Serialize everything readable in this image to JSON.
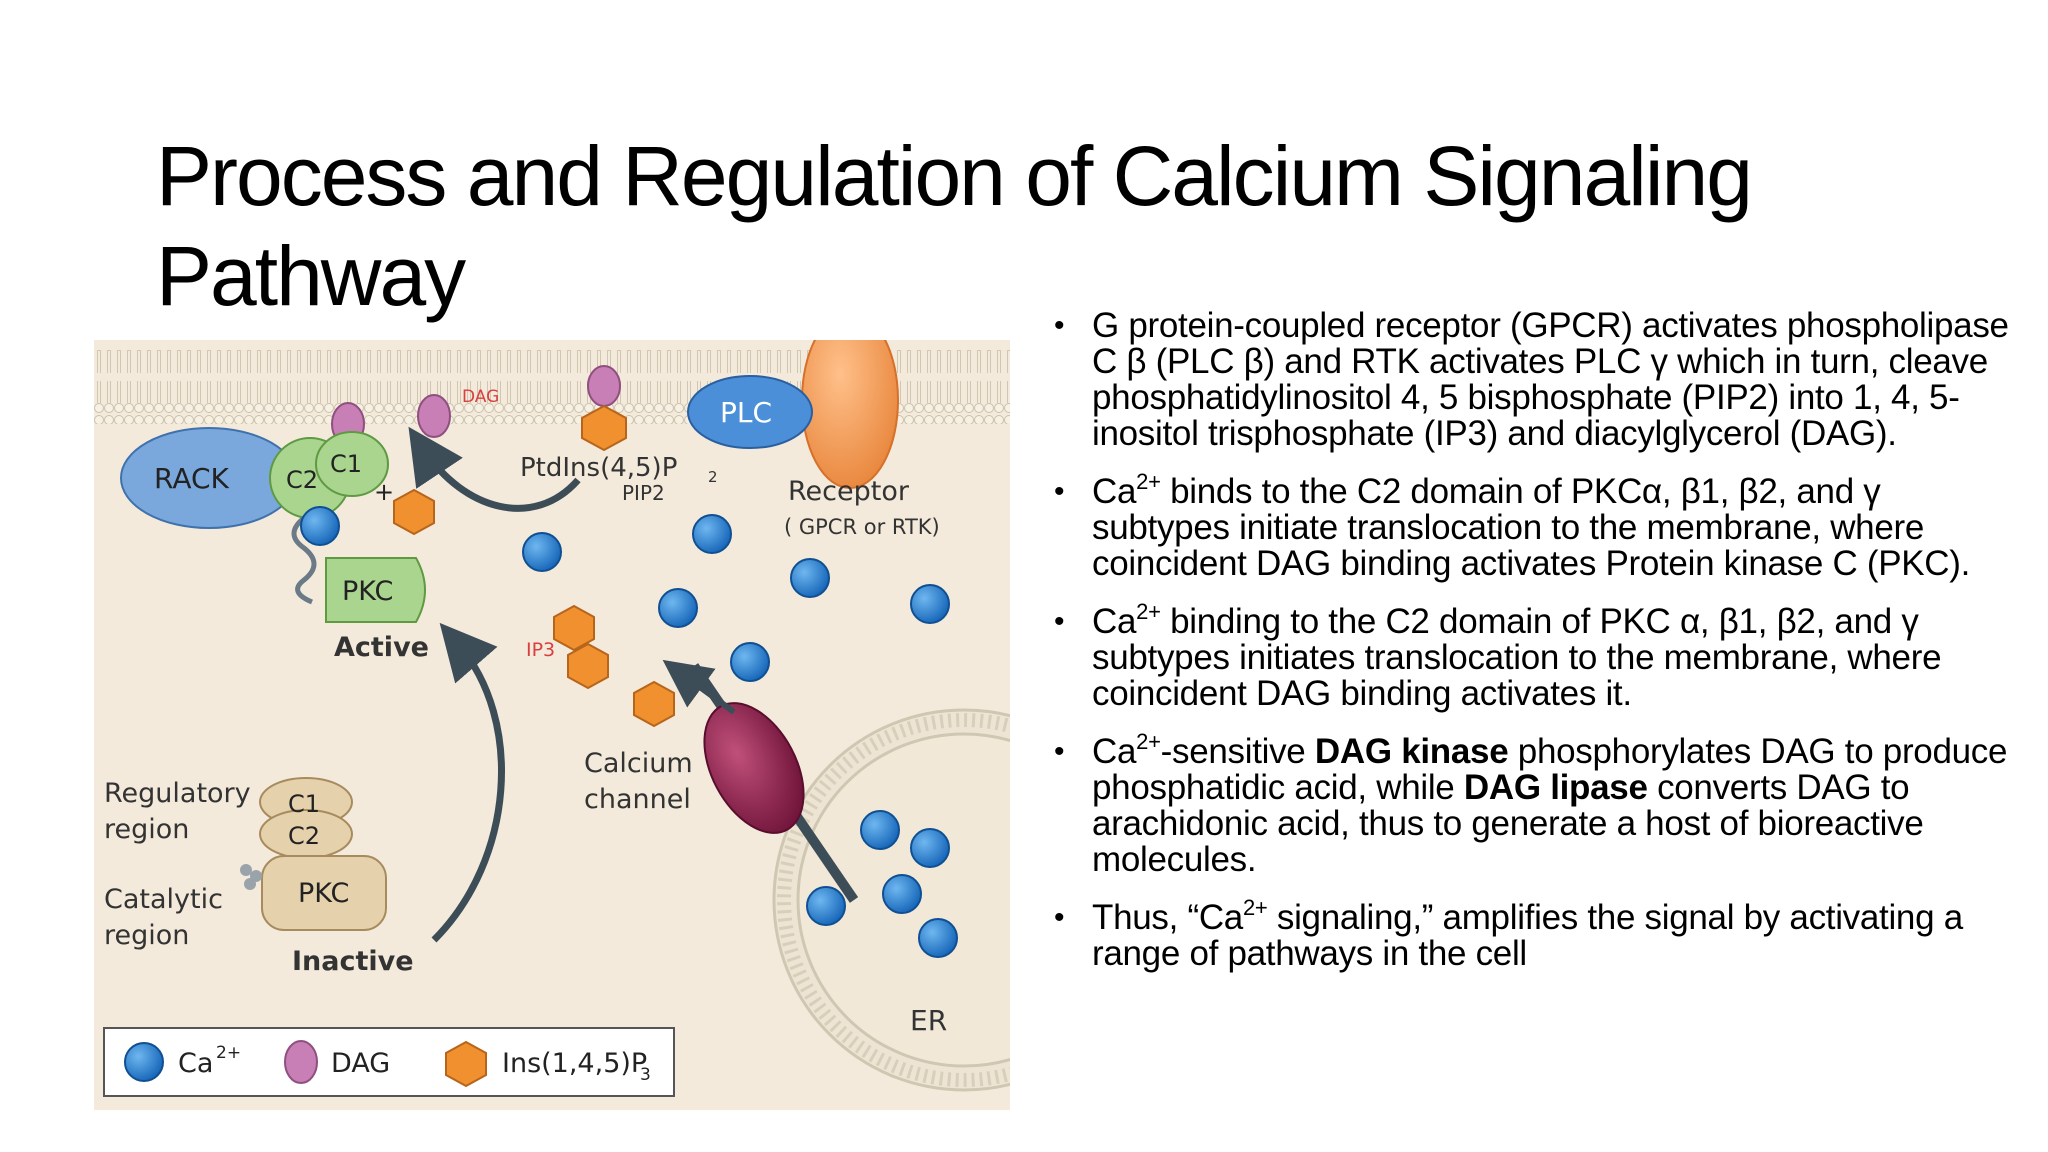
{
  "slide": {
    "title": "Process and Regulation of Calcium Signaling Pathway"
  },
  "diagram": {
    "labels": {
      "rack": "RACK",
      "c2": "C2",
      "c1": "C1",
      "plus": "+",
      "dag_small": "DAG",
      "pip_top": "PtdIns(4,5)P",
      "pip_sub": "2",
      "pip2": "PIP2",
      "plc": "PLC",
      "receptor": "Receptor",
      "receptor_type": "( GPCR or RTK)",
      "pkc": "PKC",
      "active": "Active",
      "ip3": "IP3",
      "calcium": "Calcium",
      "channel": "channel",
      "regulatory": "Regulatory",
      "region1": "region",
      "catalytic": "Catalytic",
      "region2": "region",
      "inactive": "Inactive",
      "er": "ER"
    },
    "legend": {
      "ca": "Ca",
      "ca_sup": "2+",
      "dag": "DAG",
      "ins": "Ins(1,4,5)P",
      "ins_sub": "3"
    },
    "colors": {
      "membrane": "#f2e9d8",
      "calcium": "#1f78c8",
      "dag": "#c77fb5",
      "ins": "#f0902e",
      "plc": "#2f73c8",
      "receptor": "#f4a060",
      "channel": "#8a1c4a",
      "pkc_active": "#a9d58f",
      "pkc_inactive": "#e6d1ad",
      "rack": "#7aa8dc"
    }
  },
  "bullets": [
    {
      "text": "G protein-coupled receptor (GPCR) activates phospholipase C β (PLC β) and RTK activates PLC γ which in turn, cleave phosphatidylinositol 4, 5 bisphosphate (PIP2) into 1, 4, 5-inositol trisphosphate (IP3) and diacylglycerol (DAG)."
    },
    {
      "pre": " Ca",
      "sup": "2+",
      "text": " binds to the C2 domain of PKCα, β1, β2, and γ subtypes initiate translocation to the membrane, where coincident DAG binding activates Protein kinase C (PKC)."
    },
    {
      "pre": "Ca",
      "sup": "2+",
      "text": " binding to the C2 domain of PKC α, β1, β2, and γ subtypes initiates translocation to the membrane, where coincident DAG binding activates it."
    },
    {
      "pre": "Ca",
      "sup": "2+",
      "text": "-sensitive ",
      "bold1": "DAG kinase",
      "mid": " phosphorylates DAG to produce phosphatidic acid, while ",
      "bold2": "DAG lipase",
      "post": " converts DAG to arachidonic acid, thus to generate a host of bioreactive molecules."
    },
    {
      "pre": "Thus, “Ca",
      "sup": "2+",
      "text": " signaling,” amplifies the signal by activating a range of pathways in the cell"
    }
  ]
}
